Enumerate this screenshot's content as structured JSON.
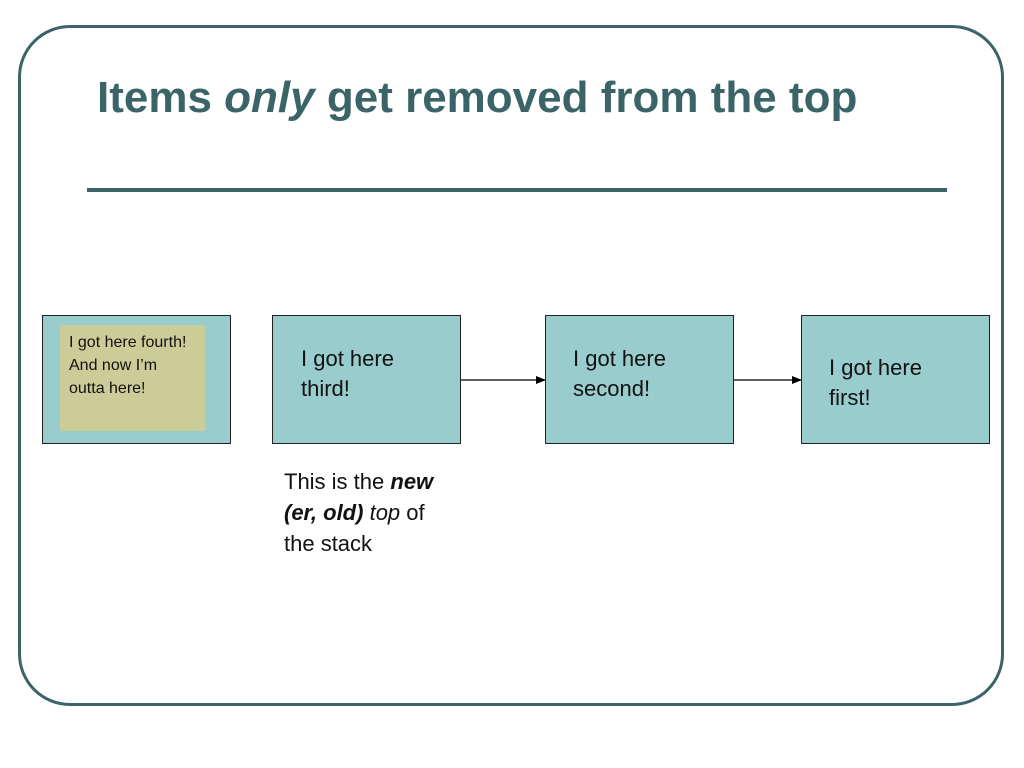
{
  "title": {
    "part1": "Items ",
    "emphasis": "only",
    "part2": " get removed from the top"
  },
  "colors": {
    "accent": "#3b6468",
    "node_fill": "#99cccc",
    "popped_fill": "#cccc99"
  },
  "nodes": [
    {
      "label": "I got here fourth! And now I’m outta here!"
    },
    {
      "label": "I got here third!"
    },
    {
      "label": "I got here second!"
    },
    {
      "label": "I got here first!"
    }
  ],
  "note": {
    "text1": "This is the ",
    "bold_italic": "new (er, old)",
    "text2": " ",
    "italic": "top",
    "text3": " of the stack"
  }
}
